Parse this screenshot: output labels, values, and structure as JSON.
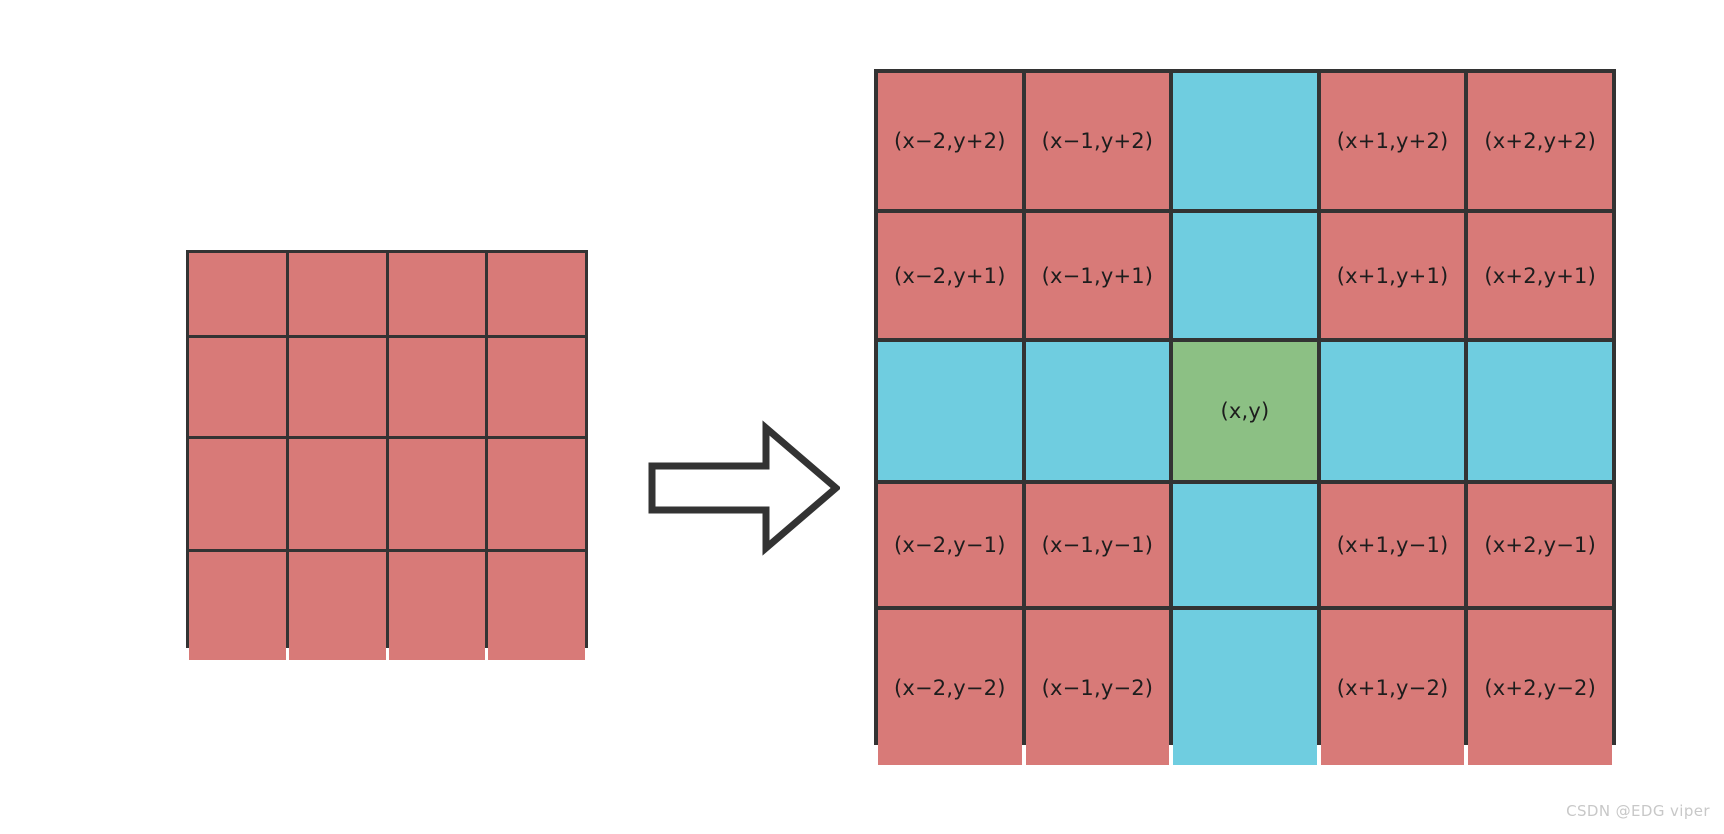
{
  "diagram": {
    "title": "Pixel neighborhood expansion diagram",
    "colors": {
      "red": "#d87a78",
      "cyan": "#6fcde0",
      "green": "#8cc084",
      "border": "#333333",
      "background": "#ffffff",
      "watermark_text": "#c8c8c8"
    }
  },
  "left_grid": {
    "rows": 4,
    "cols": 4,
    "cells": [
      [
        {
          "label": "",
          "color": "red"
        },
        {
          "label": "",
          "color": "red"
        },
        {
          "label": "",
          "color": "red"
        },
        {
          "label": "",
          "color": "red"
        }
      ],
      [
        {
          "label": "",
          "color": "red"
        },
        {
          "label": "",
          "color": "red"
        },
        {
          "label": "",
          "color": "red"
        },
        {
          "label": "",
          "color": "red"
        }
      ],
      [
        {
          "label": "",
          "color": "red"
        },
        {
          "label": "",
          "color": "red"
        },
        {
          "label": "",
          "color": "red"
        },
        {
          "label": "",
          "color": "red"
        }
      ],
      [
        {
          "label": "",
          "color": "red"
        },
        {
          "label": "",
          "color": "red"
        },
        {
          "label": "",
          "color": "red"
        },
        {
          "label": "",
          "color": "red"
        }
      ]
    ]
  },
  "arrow": {
    "direction": "right",
    "fill": "#ffffff",
    "stroke": "#333333"
  },
  "right_grid": {
    "rows": 5,
    "cols": 5,
    "cells": [
      [
        {
          "label": "(x−2,y+2)",
          "color": "red"
        },
        {
          "label": "(x−1,y+2)",
          "color": "red"
        },
        {
          "label": "",
          "color": "cyan"
        },
        {
          "label": "(x+1,y+2)",
          "color": "red"
        },
        {
          "label": "(x+2,y+2)",
          "color": "red"
        }
      ],
      [
        {
          "label": "(x−2,y+1)",
          "color": "red"
        },
        {
          "label": "(x−1,y+1)",
          "color": "red"
        },
        {
          "label": "",
          "color": "cyan"
        },
        {
          "label": "(x+1,y+1)",
          "color": "red"
        },
        {
          "label": "(x+2,y+1)",
          "color": "red"
        }
      ],
      [
        {
          "label": "",
          "color": "cyan"
        },
        {
          "label": "",
          "color": "cyan"
        },
        {
          "label": "(x,y)",
          "color": "green"
        },
        {
          "label": "",
          "color": "cyan"
        },
        {
          "label": "",
          "color": "cyan"
        }
      ],
      [
        {
          "label": "(x−2,y−1)",
          "color": "red"
        },
        {
          "label": "(x−1,y−1)",
          "color": "red"
        },
        {
          "label": "",
          "color": "cyan"
        },
        {
          "label": "(x+1,y−1)",
          "color": "red"
        },
        {
          "label": "(x+2,y−1)",
          "color": "red"
        }
      ],
      [
        {
          "label": "(x−2,y−2)",
          "color": "red"
        },
        {
          "label": "(x−1,y−2)",
          "color": "red"
        },
        {
          "label": "",
          "color": "cyan"
        },
        {
          "label": "(x+1,y−2)",
          "color": "red"
        },
        {
          "label": "(x+2,y−2)",
          "color": "red"
        }
      ]
    ]
  },
  "watermark": {
    "text": "CSDN @EDG viper"
  }
}
